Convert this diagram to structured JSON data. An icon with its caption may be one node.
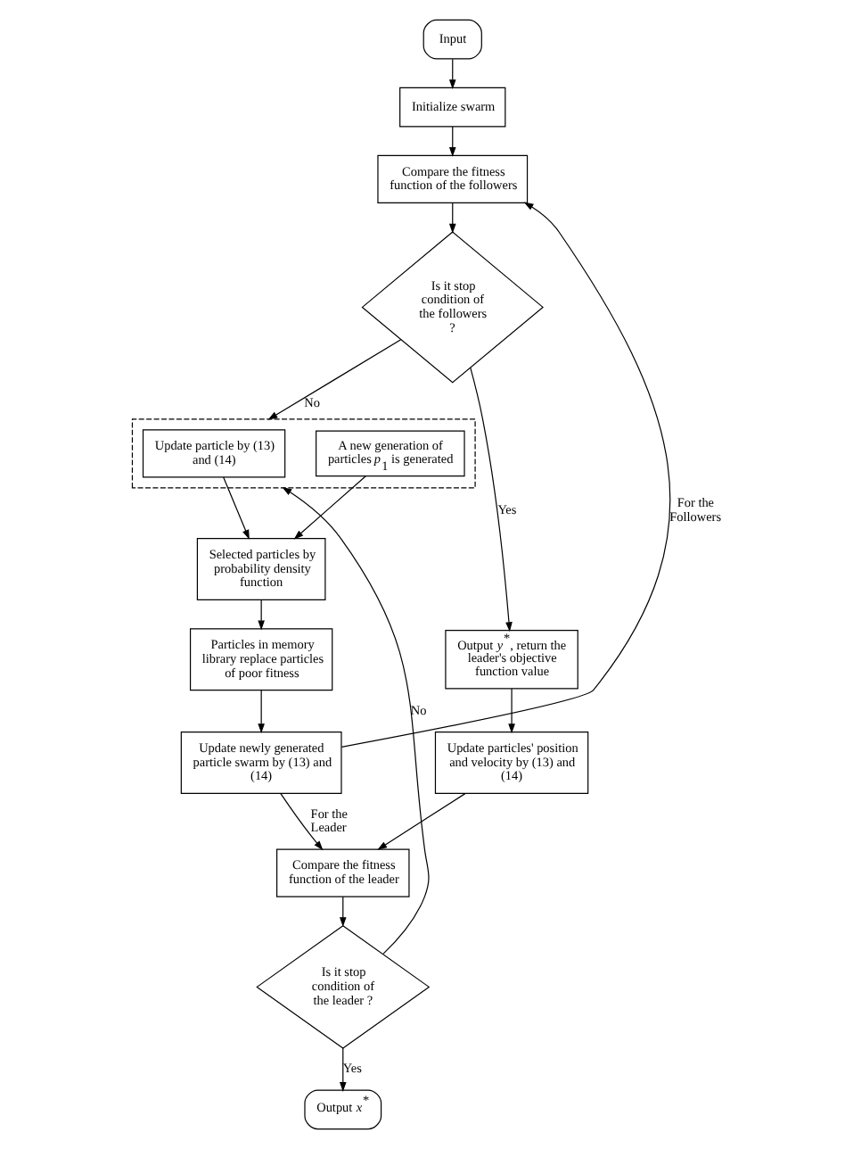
{
  "diagram": {
    "nodes": [
      {
        "text": [
          "Input"
        ]
      },
      {
        "text": [
          "Initialize swarm"
        ]
      },
      {
        "text": [
          "Compare the fitness function of the followers"
        ]
      },
      {
        "text": [
          "Is it stop condition of the followers ?"
        ]
      },
      {
        "text": [],
        "shape": "box"
      },
      {
        "text": [
          "Update particle by (13) and (14)"
        ],
        "in": 4
      },
      {
        "text": [
          "A new generation of particles *p*$_{1}$ is generated"
        ],
        "in": 4
      },
      {
        "text": [
          "Selected particles by probability density function"
        ]
      },
      {
        "text": [
          "Particles in memory library replace particles of poor fitness"
        ]
      },
      {
        "text": [
          "Update newly generated particle swarm by (13) and (14)"
        ]
      },
      {
        "text": [
          "Output *y*$^{*}$, return the leader's objective function value"
        ]
      },
      {
        "text": [
          "Update particles' position and velocity by (13) and (14)"
        ]
      },
      {
        "text": [
          "Compare the fitness function of the leader"
        ]
      },
      {
        "text": [
          "Is it stop condition of the leader ?"
        ]
      },
      {
        "text": [
          "Output *x*$^{*}$"
        ]
      }
    ],
    "edges": [
      {
        "from": 0,
        "to": 1,
        "arrow": "to"
      },
      {
        "from": 1,
        "to": 2,
        "arrow": "to"
      },
      {
        "from": 2,
        "to": 3,
        "arrow": "to"
      },
      {
        "from": 3,
        "to": 4,
        "arrow": "to",
        "label": "No"
      },
      {
        "from": 3,
        "to": 10,
        "arrow": "to",
        "label": "Yes"
      },
      {
        "from": 5,
        "to": 7,
        "arrow": "to"
      },
      {
        "from": 6,
        "to": 7,
        "arrow": "to"
      },
      {
        "from": 7,
        "to": 8,
        "arrow": "to"
      },
      {
        "from": 8,
        "to": 9,
        "arrow": "to"
      },
      {
        "from": 9,
        "to": 12,
        "arrow": "to",
        "label": "For the Leader"
      },
      {
        "from": 9,
        "to": 2,
        "arrow": "to",
        "label": "For the Followers"
      },
      {
        "from": 10,
        "to": 11,
        "arrow": "to"
      },
      {
        "from": 11,
        "to": 12,
        "arrow": "to"
      },
      {
        "from": 12,
        "to": 13,
        "arrow": "to"
      },
      {
        "from": 13,
        "to": 14,
        "arrow": "to",
        "label": "Yes"
      },
      {
        "from": 13,
        "to": 4,
        "arrow": "to",
        "label": "No"
      }
    ]
  }
}
